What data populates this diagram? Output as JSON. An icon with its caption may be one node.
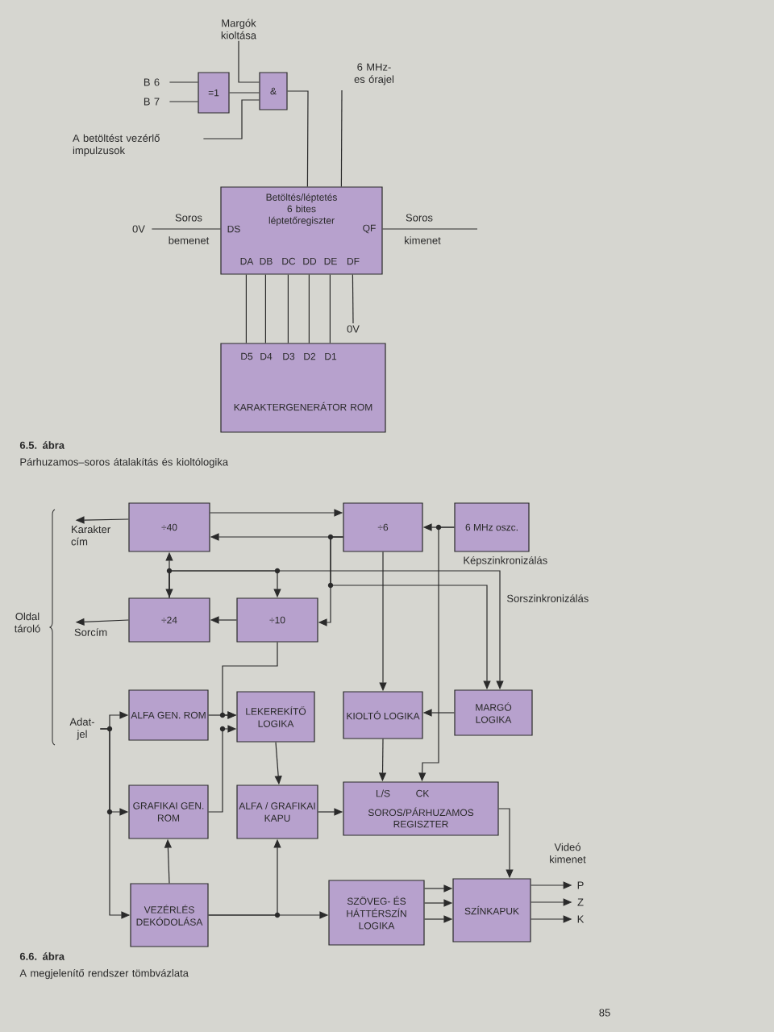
{
  "diagram": {
    "nodes": [
      {
        "text": [
          "Margók kioltása"
        ]
      },
      {
        "text": [
          "B 6"
        ]
      },
      {
        "text": [
          "B 7"
        ]
      },
      {
        "text": [
          "=1"
        ]
      },
      {
        "text": [
          "&"
        ]
      },
      {
        "text": [
          "A betöltést vezérlő impulzusok"
        ]
      },
      {
        "text": [
          "6 MHz-es órajel"
        ]
      },
      {
        "text": [
          "Betöltés/léptetés 6 bites léptetőregiszter",
          "DS",
          "QF",
          "DA",
          "DB",
          "DC",
          "DD",
          "DE",
          "DF"
        ]
      },
      {
        "text": [
          "D5",
          "D4",
          "D3",
          "D2",
          "D1",
          "KARAKTERGENERÁTOR ROM"
        ]
      },
      {
        "text": [
          "0V"
        ]
      },
      {
        "text": [
          "0V"
        ]
      },
      {
        "text": [
          "÷40"
        ]
      },
      {
        "text": [
          "÷6"
        ]
      },
      {
        "text": [
          "6 MHz oszc."
        ]
      },
      {
        "text": [
          "Karakter cím"
        ]
      },
      {
        "text": [
          "÷24"
        ]
      },
      {
        "text": [
          "÷10"
        ]
      },
      {
        "text": [
          "Sorcím"
        ]
      },
      {
        "text": [
          "Adat-jel"
        ]
      },
      {
        "text": [
          "ALFA GEN. ROM"
        ]
      },
      {
        "text": [
          "LEKEREKÍTŐ LOGIKA"
        ]
      },
      {
        "text": [
          "KIOLTÓ LOGIKA"
        ]
      },
      {
        "text": [
          "MARGÓ LOGIKA"
        ]
      },
      {
        "text": [
          "GRAFIKAI GEN. ROM"
        ]
      },
      {
        "text": [
          "ALFA / GRAFIKAI KAPU"
        ]
      },
      {
        "text": [
          "L/S",
          "CK",
          "SOROS/PÁRHUZAMOS REGISZTER"
        ]
      },
      {
        "text": [
          "VEZÉRLÉS DEKÓDOLÁSA"
        ]
      },
      {
        "text": [
          "SZÖVEG- ÉS HÁTTÉRSZÍN LOGIKA"
        ]
      },
      {
        "text": [
          "SZÍNKAPUK"
        ]
      },
      {
        "text": [
          "P"
        ]
      },
      {
        "text": [
          "Z"
        ]
      },
      {
        "text": [
          "K"
        ]
      }
    ],
    "edges": [
      {
        "from": 1,
        "to": 3,
        "arrow": "none"
      },
      {
        "from": 2,
        "to": 3,
        "arrow": "none"
      },
      {
        "from": 3,
        "to": 4,
        "arrow": "none"
      },
      {
        "from": 0,
        "to": 4,
        "arrow": "none"
      },
      {
        "from": 5,
        "to": 4,
        "arrow": "none"
      },
      {
        "from": 4,
        "to": 7,
        "arrow": "none"
      },
      {
        "from": 6,
        "to": 7,
        "arrow": "none"
      },
      {
        "from": 9,
        "to": 7,
        "arrow": "none"
      },
      {
        "from": 7,
        "to": null,
        "arrow": "none"
      },
      {
        "from": 7,
        "to": 8,
        "arrow": "none"
      },
      {
        "from": 7,
        "to": 8,
        "arrow": "none"
      },
      {
        "from": 7,
        "to": 8,
        "arrow": "none"
      },
      {
        "from": 7,
        "to": 8,
        "arrow": "none"
      },
      {
        "from": 7,
        "to": 8,
        "arrow": "none"
      },
      {
        "from": 7,
        "to": 10,
        "arrow": "none"
      },
      {
        "from": 11,
        "to": 14,
        "arrow": "to"
      },
      {
        "from": 11,
        "to": 12,
        "arrow": "to"
      },
      {
        "from": 12,
        "to": 11,
        "arrow": "to"
      },
      {
        "from": 13,
        "to": 12,
        "arrow": "to"
      },
      {
        "from": 11,
        "to": 15,
        "arrow": "both"
      },
      {
        "from": 16,
        "to": 15,
        "arrow": "to"
      },
      {
        "from": 12,
        "to": 16,
        "arrow": "to"
      },
      {
        "from": 15,
        "to": 17,
        "arrow": "to"
      },
      {
        "from": 16,
        "to": 20,
        "arrow": "to"
      },
      {
        "from": 18,
        "to": 19,
        "arrow": "to"
      },
      {
        "from": 18,
        "to": 23,
        "arrow": "to"
      },
      {
        "from": 18,
        "to": 26,
        "arrow": "to"
      },
      {
        "from": 19,
        "to": 20,
        "arrow": "to"
      },
      {
        "from": 23,
        "to": 20,
        "arrow": "to"
      },
      {
        "from": 20,
        "to": 24,
        "arrow": "to"
      },
      {
        "from": 24,
        "to": 25,
        "arrow": "to"
      },
      {
        "from": 21,
        "to": 25,
        "arrow": "to"
      },
      {
        "from": 22,
        "to": 21,
        "arrow": "to"
      },
      {
        "from": 13,
        "to": 25,
        "arrow": "to"
      },
      {
        "from": 12,
        "to": 21,
        "arrow": "to"
      },
      {
        "from": 15,
        "to": 22,
        "arrow": "to"
      },
      {
        "from": 12,
        "to": 22,
        "arrow": "to"
      },
      {
        "from": 15,
        "to": 16,
        "arrow": "to"
      },
      {
        "from": 25,
        "to": 28,
        "arrow": "to"
      },
      {
        "from": 26,
        "to": 23,
        "arrow": "to"
      },
      {
        "from": 26,
        "to": 24,
        "arrow": "to"
      },
      {
        "from": 26,
        "to": 27,
        "arrow": "to"
      },
      {
        "from": 27,
        "to": 28,
        "arrow": "to"
      },
      {
        "from": 27,
        "to": 28,
        "arrow": "to"
      },
      {
        "from": 27,
        "to": 28,
        "arrow": "to"
      },
      {
        "from": 28,
        "to": 29,
        "arrow": "to"
      },
      {
        "from": 28,
        "to": 30,
        "arrow": "to"
      },
      {
        "from": 28,
        "to": 31,
        "arrow": "to"
      }
    ],
    "labels": [
      "Soros",
      "bemenet",
      "Soros",
      "kimenet",
      "6.5. ábra",
      "Párhuzamos–soros átalakítás és kioltólogika",
      "Képszinkronizálás",
      "Sorszinkronizálás",
      "Oldal tároló",
      "Videó kimenet",
      "6.6. ábra",
      "A megjelenítő rendszer tömbvázlata",
      "85"
    ]
  }
}
